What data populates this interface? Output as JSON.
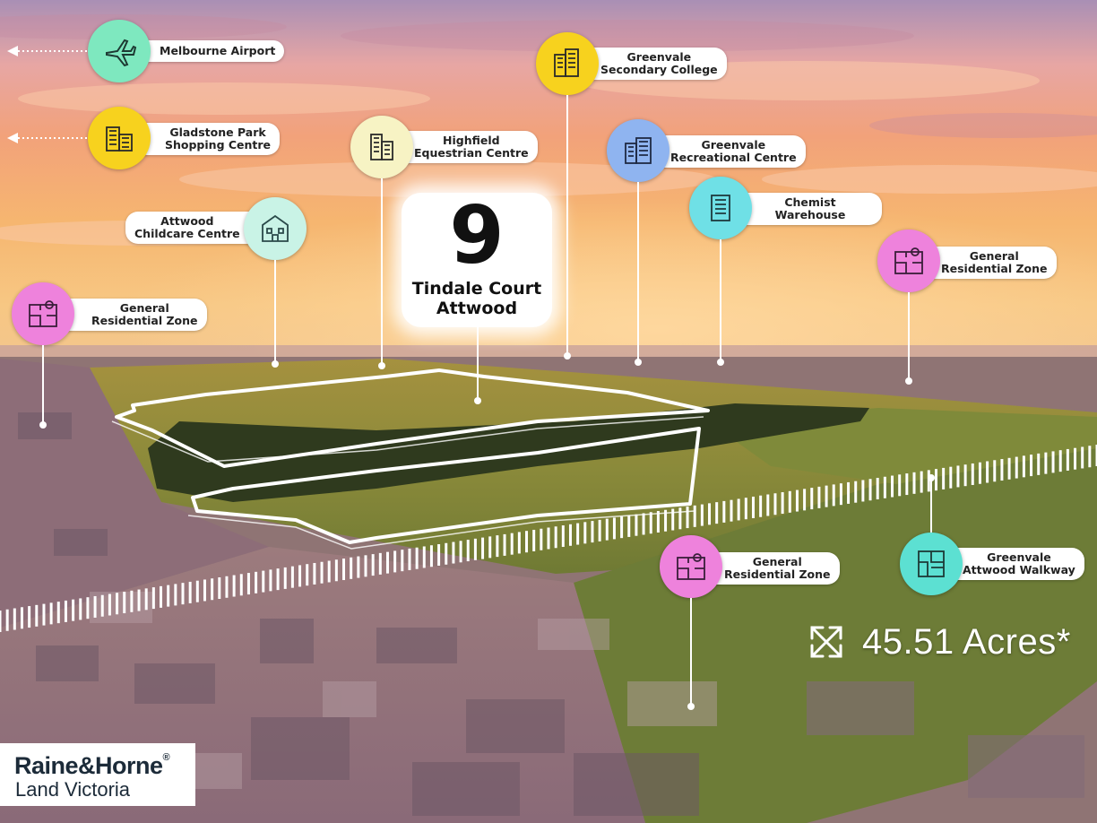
{
  "address": {
    "number": "9",
    "street": "Tindale Court",
    "suburb": "Attwood"
  },
  "area": {
    "value": "45.51 Acres*",
    "icon": "expand-arrows-icon"
  },
  "brand": {
    "line1": "Raine&Horne",
    "registered": "®",
    "line2": "Land Victoria"
  },
  "colors": {
    "pink": "#ee82dc",
    "yellow": "#f7d21e",
    "mint": "#7ee8bf",
    "cream": "#f7f3c4",
    "blue": "#8fb4f0",
    "cyan": "#6fe0e6",
    "teal": "#5ce0d2"
  },
  "pois": [
    {
      "id": "melbourne-airport",
      "line1": "Melbourne Airport",
      "line2": "",
      "icon": "airplane-icon",
      "color": "#7ee8bf"
    },
    {
      "id": "gladstone-park",
      "line1": "Gladstone Park",
      "line2": "Shopping Centre",
      "icon": "shopping-centre-icon",
      "color": "#f7d21e"
    },
    {
      "id": "attwood-childcare",
      "line1": "Attwood",
      "line2": "Childcare Centre",
      "icon": "childcare-building-icon",
      "color": "#c9f3e6"
    },
    {
      "id": "grz-left",
      "line1": "General",
      "line2": "Residential Zone",
      "icon": "zoning-map-icon",
      "color": "#ee82dc"
    },
    {
      "id": "highfield-equestrian",
      "line1": "Highfield",
      "line2": "Equestrian Centre",
      "icon": "office-building-icon",
      "color": "#f7f3c4"
    },
    {
      "id": "greenvale-secondary",
      "line1": "Greenvale",
      "line2": "Secondary College",
      "icon": "college-building-icon",
      "color": "#f7d21e"
    },
    {
      "id": "greenvale-recreational",
      "line1": "Greenvale",
      "line2": "Recreational Centre",
      "icon": "recreation-building-icon",
      "color": "#8fb4f0"
    },
    {
      "id": "chemist-warehouse",
      "line1": "Chemist",
      "line2": "Warehouse",
      "icon": "store-building-icon",
      "color": "#6fe0e6"
    },
    {
      "id": "grz-right",
      "line1": "General",
      "line2": "Residential Zone",
      "icon": "zoning-map-icon",
      "color": "#ee82dc"
    },
    {
      "id": "grz-bottom",
      "line1": "General",
      "line2": "Residential Zone",
      "icon": "zoning-map-icon",
      "color": "#ee82dc"
    },
    {
      "id": "greenvale-walkway",
      "line1": "Greenvale",
      "line2": "Attwood Walkway",
      "icon": "walkway-map-icon",
      "color": "#5ce0d2"
    }
  ]
}
